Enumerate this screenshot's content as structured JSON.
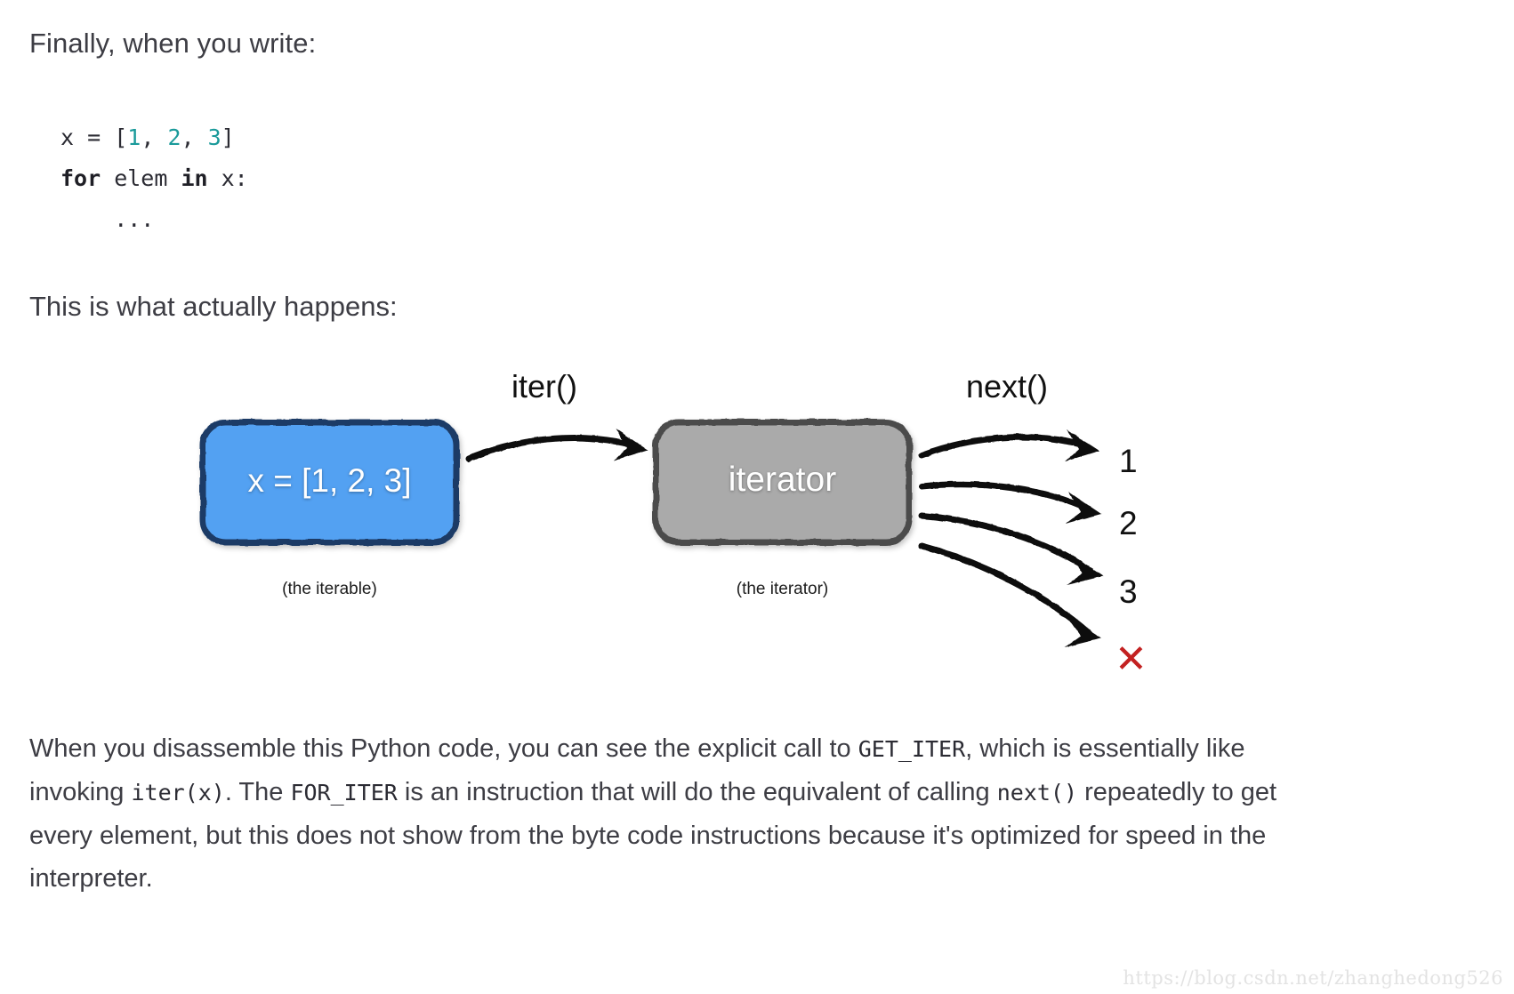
{
  "intro": {
    "line": "Finally, when you write:"
  },
  "code": {
    "lines": [
      [
        {
          "t": "x = [",
          "cls": "plain"
        },
        {
          "t": "1",
          "cls": "num"
        },
        {
          "t": ", ",
          "cls": "plain"
        },
        {
          "t": "2",
          "cls": "num"
        },
        {
          "t": ", ",
          "cls": "plain"
        },
        {
          "t": "3",
          "cls": "num"
        },
        {
          "t": "]",
          "cls": "plain"
        }
      ],
      [
        {
          "t": "for",
          "cls": "kw"
        },
        {
          "t": " elem ",
          "cls": "plain"
        },
        {
          "t": "in",
          "cls": "kw"
        },
        {
          "t": " x:",
          "cls": "plain"
        }
      ],
      [
        {
          "t": "    ...",
          "cls": "plain"
        }
      ]
    ]
  },
  "happens": {
    "line": "This is what actually happens:"
  },
  "diagram": {
    "iterable_box": {
      "text": "x = [1, 2, 3]",
      "caption": "(the iterable)",
      "fill": "#53a1f2",
      "stroke": "#1b3a66"
    },
    "iterator_box": {
      "text": "iterator",
      "caption": "(the iterator)",
      "fill": "#aaaaaa",
      "stroke": "#4c4c4c"
    },
    "arrows": {
      "iter_label": "iter()",
      "next_label": "next()"
    },
    "emitted": [
      {
        "value": "1"
      },
      {
        "value": "2"
      },
      {
        "value": "3"
      }
    ],
    "stop_marker": {
      "glyph": "✕",
      "color": "#c32121"
    }
  },
  "paragraph": {
    "p1": "When you disassemble this Python code, you can see the explicit call to ",
    "c1": "GET_ITER",
    "p2": ", which is essentially like invoking ",
    "c2": "iter(x)",
    "p3": ". The ",
    "c3": "FOR_ITER",
    "p4": " is an instruction that will do the equivalent of calling ",
    "c4": "next()",
    "p5": " repeatedly to get every element, but this does not show from the byte code instructions because it's optimized for speed in the interpreter."
  },
  "watermark": {
    "url": "https://blog.csdn.net/zhanghedong526"
  }
}
